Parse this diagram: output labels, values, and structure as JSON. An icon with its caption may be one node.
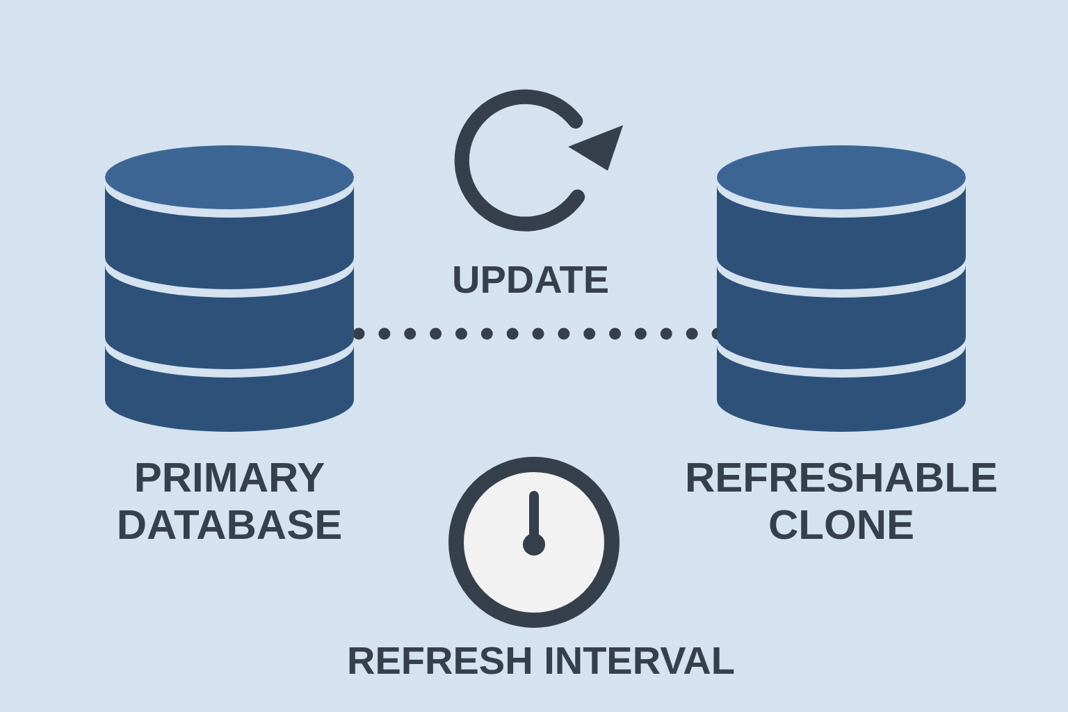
{
  "diagram": {
    "nodes": [
      {
        "text": [
          "PRIMARY DATABASE"
        ]
      },
      {
        "text": [
          "REFRESHABLE CLONE"
        ]
      }
    ],
    "edges": [
      {
        "from": 0,
        "to": 1,
        "arrow": "none",
        "style": "dashed"
      }
    ],
    "labels": [
      "UPDATE",
      "REFRESH INTERVAL"
    ]
  }
}
